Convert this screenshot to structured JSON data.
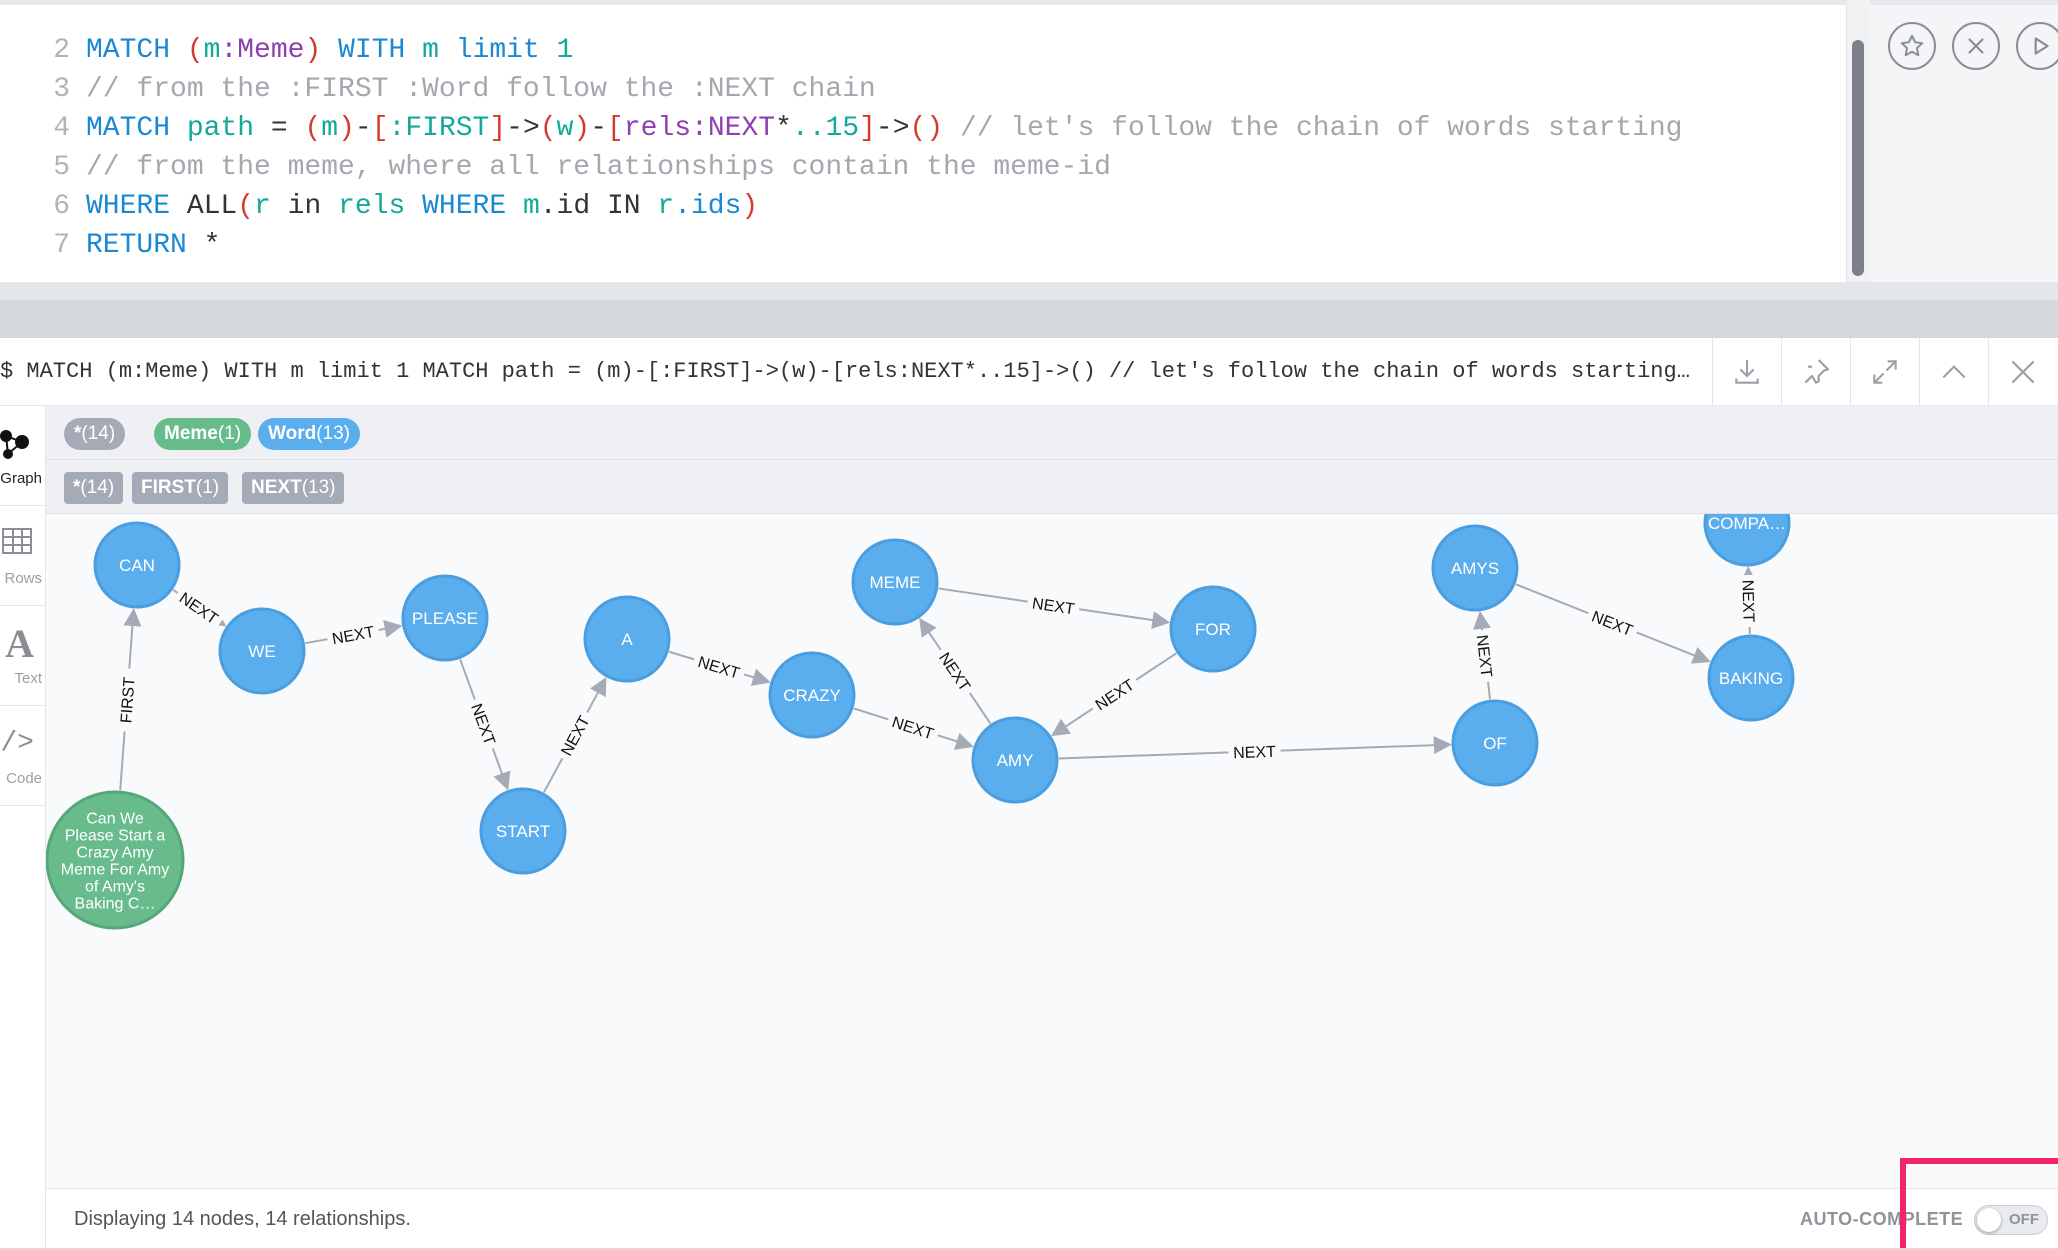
{
  "editor": {
    "lines": [
      {
        "n": "2",
        "tokens": [
          [
            "kw",
            "MATCH "
          ],
          [
            "pr",
            "("
          ],
          [
            "vr",
            "m"
          ],
          [
            "lb",
            ":Meme"
          ],
          [
            "pr",
            ")"
          ],
          [
            "kw",
            " WITH "
          ],
          [
            "vr",
            "m"
          ],
          [
            "kw",
            " limit "
          ],
          [
            "vr",
            "1"
          ]
        ]
      },
      {
        "n": "3",
        "tokens": [
          [
            "cm",
            "// from the :FIRST :Word follow the :NEXT chain"
          ]
        ]
      },
      {
        "n": "4",
        "tokens": [
          [
            "kw",
            "MATCH "
          ],
          [
            "vr",
            "path"
          ],
          [
            "op",
            " = "
          ],
          [
            "pr",
            "("
          ],
          [
            "vr",
            "m"
          ],
          [
            "pr",
            ")"
          ],
          [
            "op",
            "-"
          ],
          [
            "pr",
            "["
          ],
          [
            "vr",
            ":FIRST"
          ],
          [
            "pr",
            "]"
          ],
          [
            "op",
            "->"
          ],
          [
            "pr",
            "("
          ],
          [
            "vr",
            "w"
          ],
          [
            "pr",
            ")"
          ],
          [
            "op",
            "-"
          ],
          [
            "pr",
            "["
          ],
          [
            "lb",
            "rels:NEXT"
          ],
          [
            "op",
            "*"
          ],
          [
            "vr",
            "..15"
          ],
          [
            "pr",
            "]"
          ],
          [
            "op",
            "->"
          ],
          [
            "pr",
            "()"
          ],
          [
            "cm",
            " // let's follow the chain of words starting"
          ]
        ]
      },
      {
        "n": "5",
        "tokens": [
          [
            "cm",
            "// from the meme, where all relationships contain the meme-id"
          ]
        ]
      },
      {
        "n": "6",
        "tokens": [
          [
            "kw",
            "WHERE "
          ],
          [
            "op",
            "ALL"
          ],
          [
            "pr",
            "("
          ],
          [
            "vr",
            "r"
          ],
          [
            "op",
            " in "
          ],
          [
            "vr",
            "rels"
          ],
          [
            "kw",
            " WHERE "
          ],
          [
            "vr",
            "m"
          ],
          [
            "op",
            ".id IN "
          ],
          [
            "vr",
            "r"
          ],
          [
            "kw",
            ".ids"
          ],
          [
            "pr",
            ")"
          ]
        ]
      },
      {
        "n": "7",
        "tokens": [
          [
            "kw",
            "RETURN "
          ],
          [
            "op",
            "*"
          ]
        ]
      }
    ]
  },
  "frame": {
    "query": "$ MATCH (m:Meme) WITH m limit 1 MATCH path = (m)-[:FIRST]->(w)-[rels:NEXT*..15]->() // let's follow the chain of words starting WHERE A…"
  },
  "sidebar": {
    "tabs": [
      {
        "label": "Graph",
        "icon": "graph-icon",
        "active": true
      },
      {
        "label": "Rows",
        "icon": "table-icon",
        "active": false
      },
      {
        "label": "Text",
        "icon": "text-icon",
        "active": false
      },
      {
        "label": "Code",
        "icon": "code-icon",
        "active": false
      }
    ]
  },
  "legend": {
    "labels": [
      {
        "name": "*",
        "count": "(14)",
        "color": "#a5abb6"
      },
      {
        "name": "Meme",
        "count": "(1)",
        "color": "#68bc8c"
      },
      {
        "name": "Word",
        "count": "(13)",
        "color": "#5aaeee"
      }
    ],
    "relationships": [
      {
        "name": "*",
        "count": "(14)"
      },
      {
        "name": "FIRST",
        "count": "(1)"
      },
      {
        "name": "NEXT",
        "count": "(13)"
      }
    ]
  },
  "graph": {
    "colors": {
      "word": "#5aaeee",
      "word_stroke": "#4a9ee0",
      "meme": "#68bc8c",
      "meme_stroke": "#54a877",
      "edge": "#a5abb6"
    },
    "nodes": [
      {
        "id": "meme",
        "type": "meme",
        "lines": [
          "Can We",
          "Please Start a",
          "Crazy Amy",
          "Meme For Amy",
          "of Amy's",
          "Baking C…"
        ]
      },
      {
        "id": "can",
        "type": "word",
        "lines": [
          "CAN"
        ]
      },
      {
        "id": "we",
        "type": "word",
        "lines": [
          "WE"
        ]
      },
      {
        "id": "please",
        "type": "word",
        "lines": [
          "PLEASE"
        ]
      },
      {
        "id": "start",
        "type": "word",
        "lines": [
          "START"
        ]
      },
      {
        "id": "a",
        "type": "word",
        "lines": [
          "A"
        ]
      },
      {
        "id": "crazy",
        "type": "word",
        "lines": [
          "CRAZY"
        ]
      },
      {
        "id": "amy",
        "type": "word",
        "lines": [
          "AMY"
        ]
      },
      {
        "id": "memew",
        "type": "word",
        "lines": [
          "MEME"
        ]
      },
      {
        "id": "for",
        "type": "word",
        "lines": [
          "FOR"
        ]
      },
      {
        "id": "of",
        "type": "word",
        "lines": [
          "OF"
        ]
      },
      {
        "id": "amys",
        "type": "word",
        "lines": [
          "AMYS"
        ]
      },
      {
        "id": "baking",
        "type": "word",
        "lines": [
          "BAKING"
        ]
      },
      {
        "id": "compa",
        "type": "word",
        "lines": [
          "COMPA…"
        ]
      }
    ],
    "edges": [
      {
        "from": "meme",
        "to": "can",
        "label": "FIRST"
      },
      {
        "from": "can",
        "to": "we",
        "label": "NEXT"
      },
      {
        "from": "we",
        "to": "please",
        "label": "NEXT"
      },
      {
        "from": "please",
        "to": "start",
        "label": "NEXT"
      },
      {
        "from": "start",
        "to": "a",
        "label": "NEXT"
      },
      {
        "from": "a",
        "to": "crazy",
        "label": "NEXT"
      },
      {
        "from": "crazy",
        "to": "amy",
        "label": "NEXT"
      },
      {
        "from": "amy",
        "to": "memew",
        "label": "NEXT"
      },
      {
        "from": "memew",
        "to": "for",
        "label": "NEXT"
      },
      {
        "from": "for",
        "to": "amy",
        "label": "NEXT"
      },
      {
        "from": "amy",
        "to": "of",
        "label": "NEXT"
      },
      {
        "from": "of",
        "to": "amys",
        "label": "NEXT"
      },
      {
        "from": "amys",
        "to": "baking",
        "label": "NEXT"
      },
      {
        "from": "baking",
        "to": "compa",
        "label": "NEXT"
      }
    ]
  },
  "status": {
    "text": "Displaying 14 nodes, 14 relationships.",
    "autocomplete_label": "AUTO-COMPLETE",
    "autocomplete_state": "OFF"
  }
}
